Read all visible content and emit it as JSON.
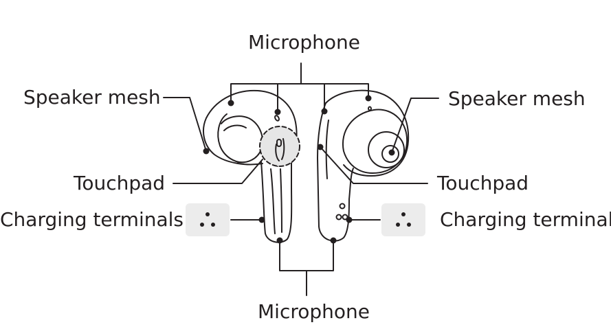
{
  "labels": {
    "microphone_top": "Microphone",
    "speaker_mesh_left": "Speaker mesh",
    "speaker_mesh_right": "Speaker mesh",
    "touchpad_left": "Touchpad",
    "touchpad_right": "Touchpad",
    "charging_terminals_left": "Charging terminals",
    "charging_terminals_right": "Charging terminals",
    "microphone_bottom": "Microphone"
  },
  "colors": {
    "line": "#231f20",
    "terminal_box": "#ececec",
    "touchpad_fill": "#e6e6e6"
  }
}
